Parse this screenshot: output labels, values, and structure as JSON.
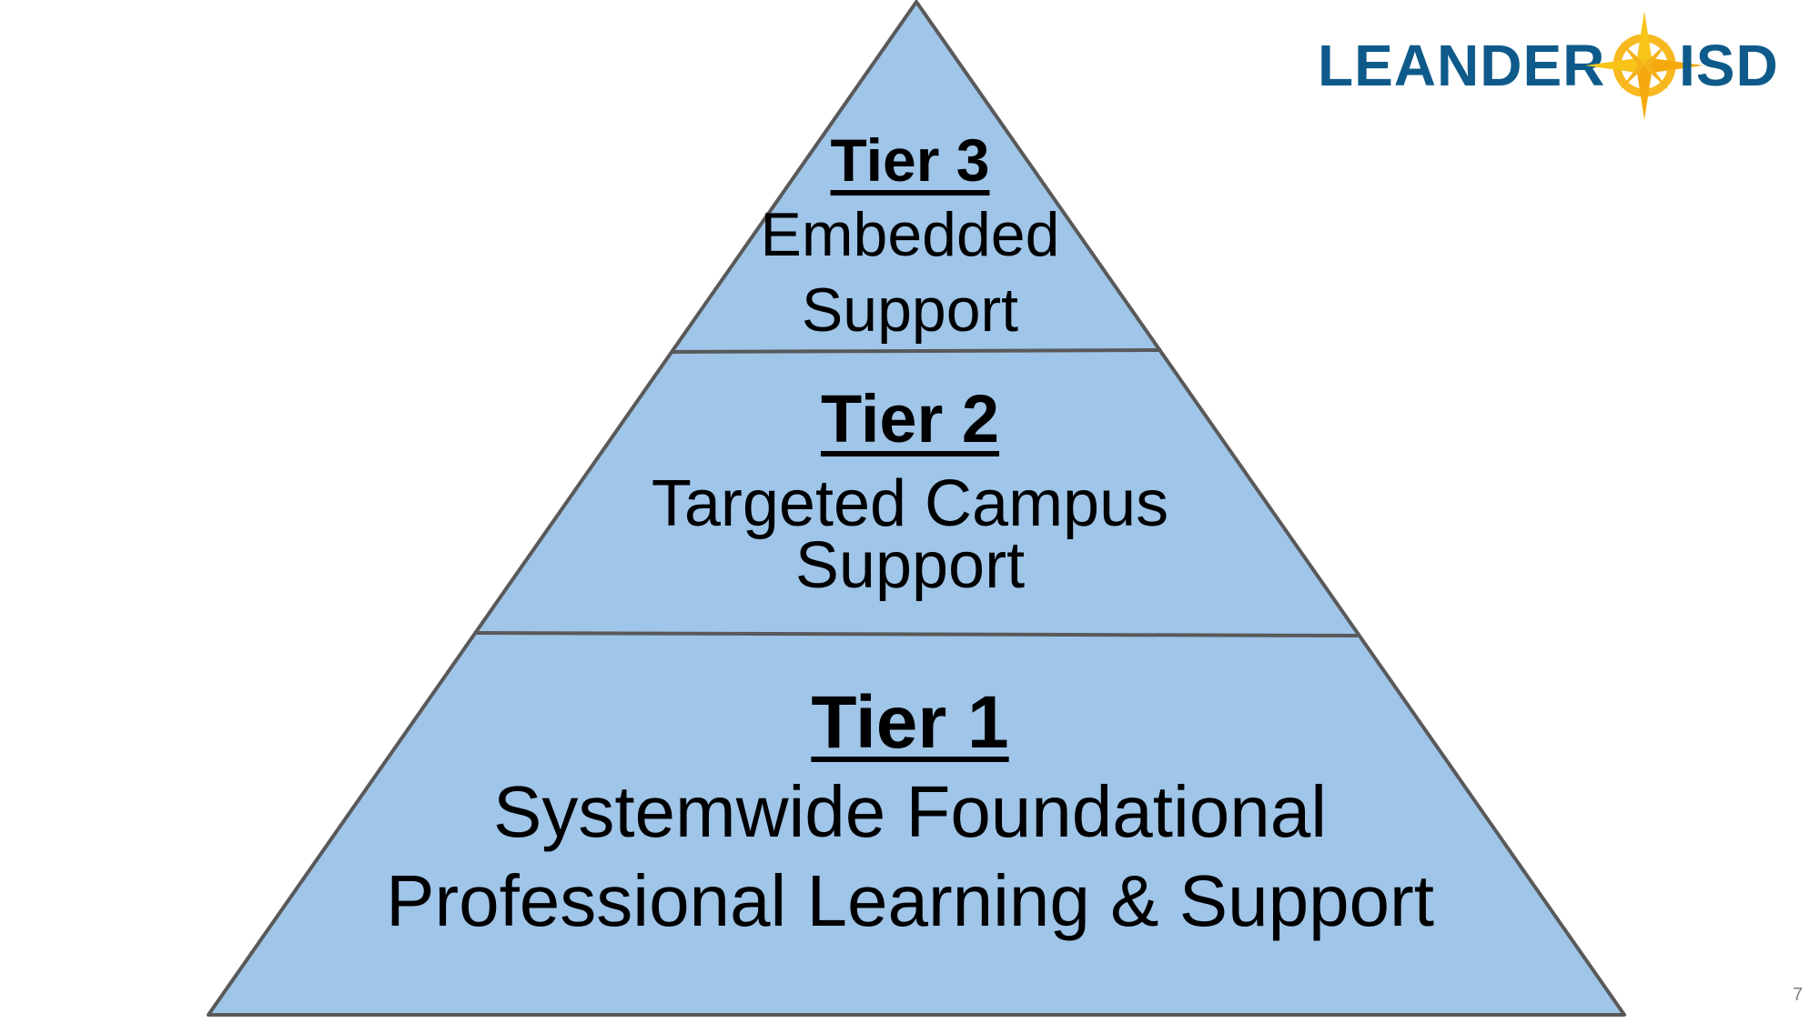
{
  "slide": {
    "page_number": "7",
    "logo": {
      "text_left": "LEANDER",
      "text_right": "ISD",
      "icon": "compass-star-icon",
      "text_color": "#0E5A8A",
      "accent_color": "#F8B820"
    }
  },
  "pyramid": {
    "fill_color": "#9FC5E8",
    "stroke_color": "#595959",
    "tiers": [
      {
        "title": "Tier 3",
        "lines": [
          "Embedded",
          "Support"
        ]
      },
      {
        "title": "Tier 2",
        "lines": [
          "Targeted Campus",
          "Support"
        ]
      },
      {
        "title": "Tier 1",
        "lines": [
          "Systemwide Foundational",
          "Professional Learning & Support"
        ]
      }
    ]
  }
}
